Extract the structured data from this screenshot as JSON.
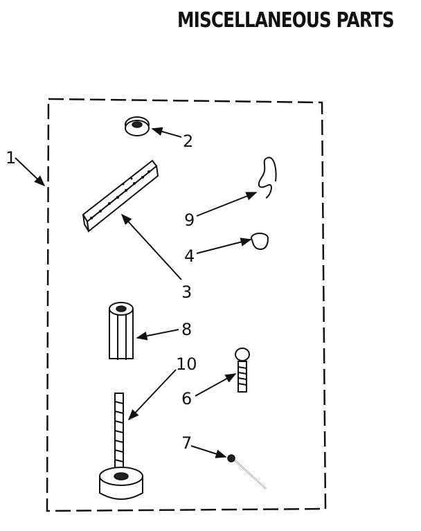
{
  "title": "MISCELLANEOUS PARTS",
  "callouts": {
    "c1": "1",
    "c2": "2",
    "c3": "3",
    "c4": "4",
    "c6": "6",
    "c7": "7",
    "c8": "8",
    "c9": "9",
    "c10": "10"
  }
}
